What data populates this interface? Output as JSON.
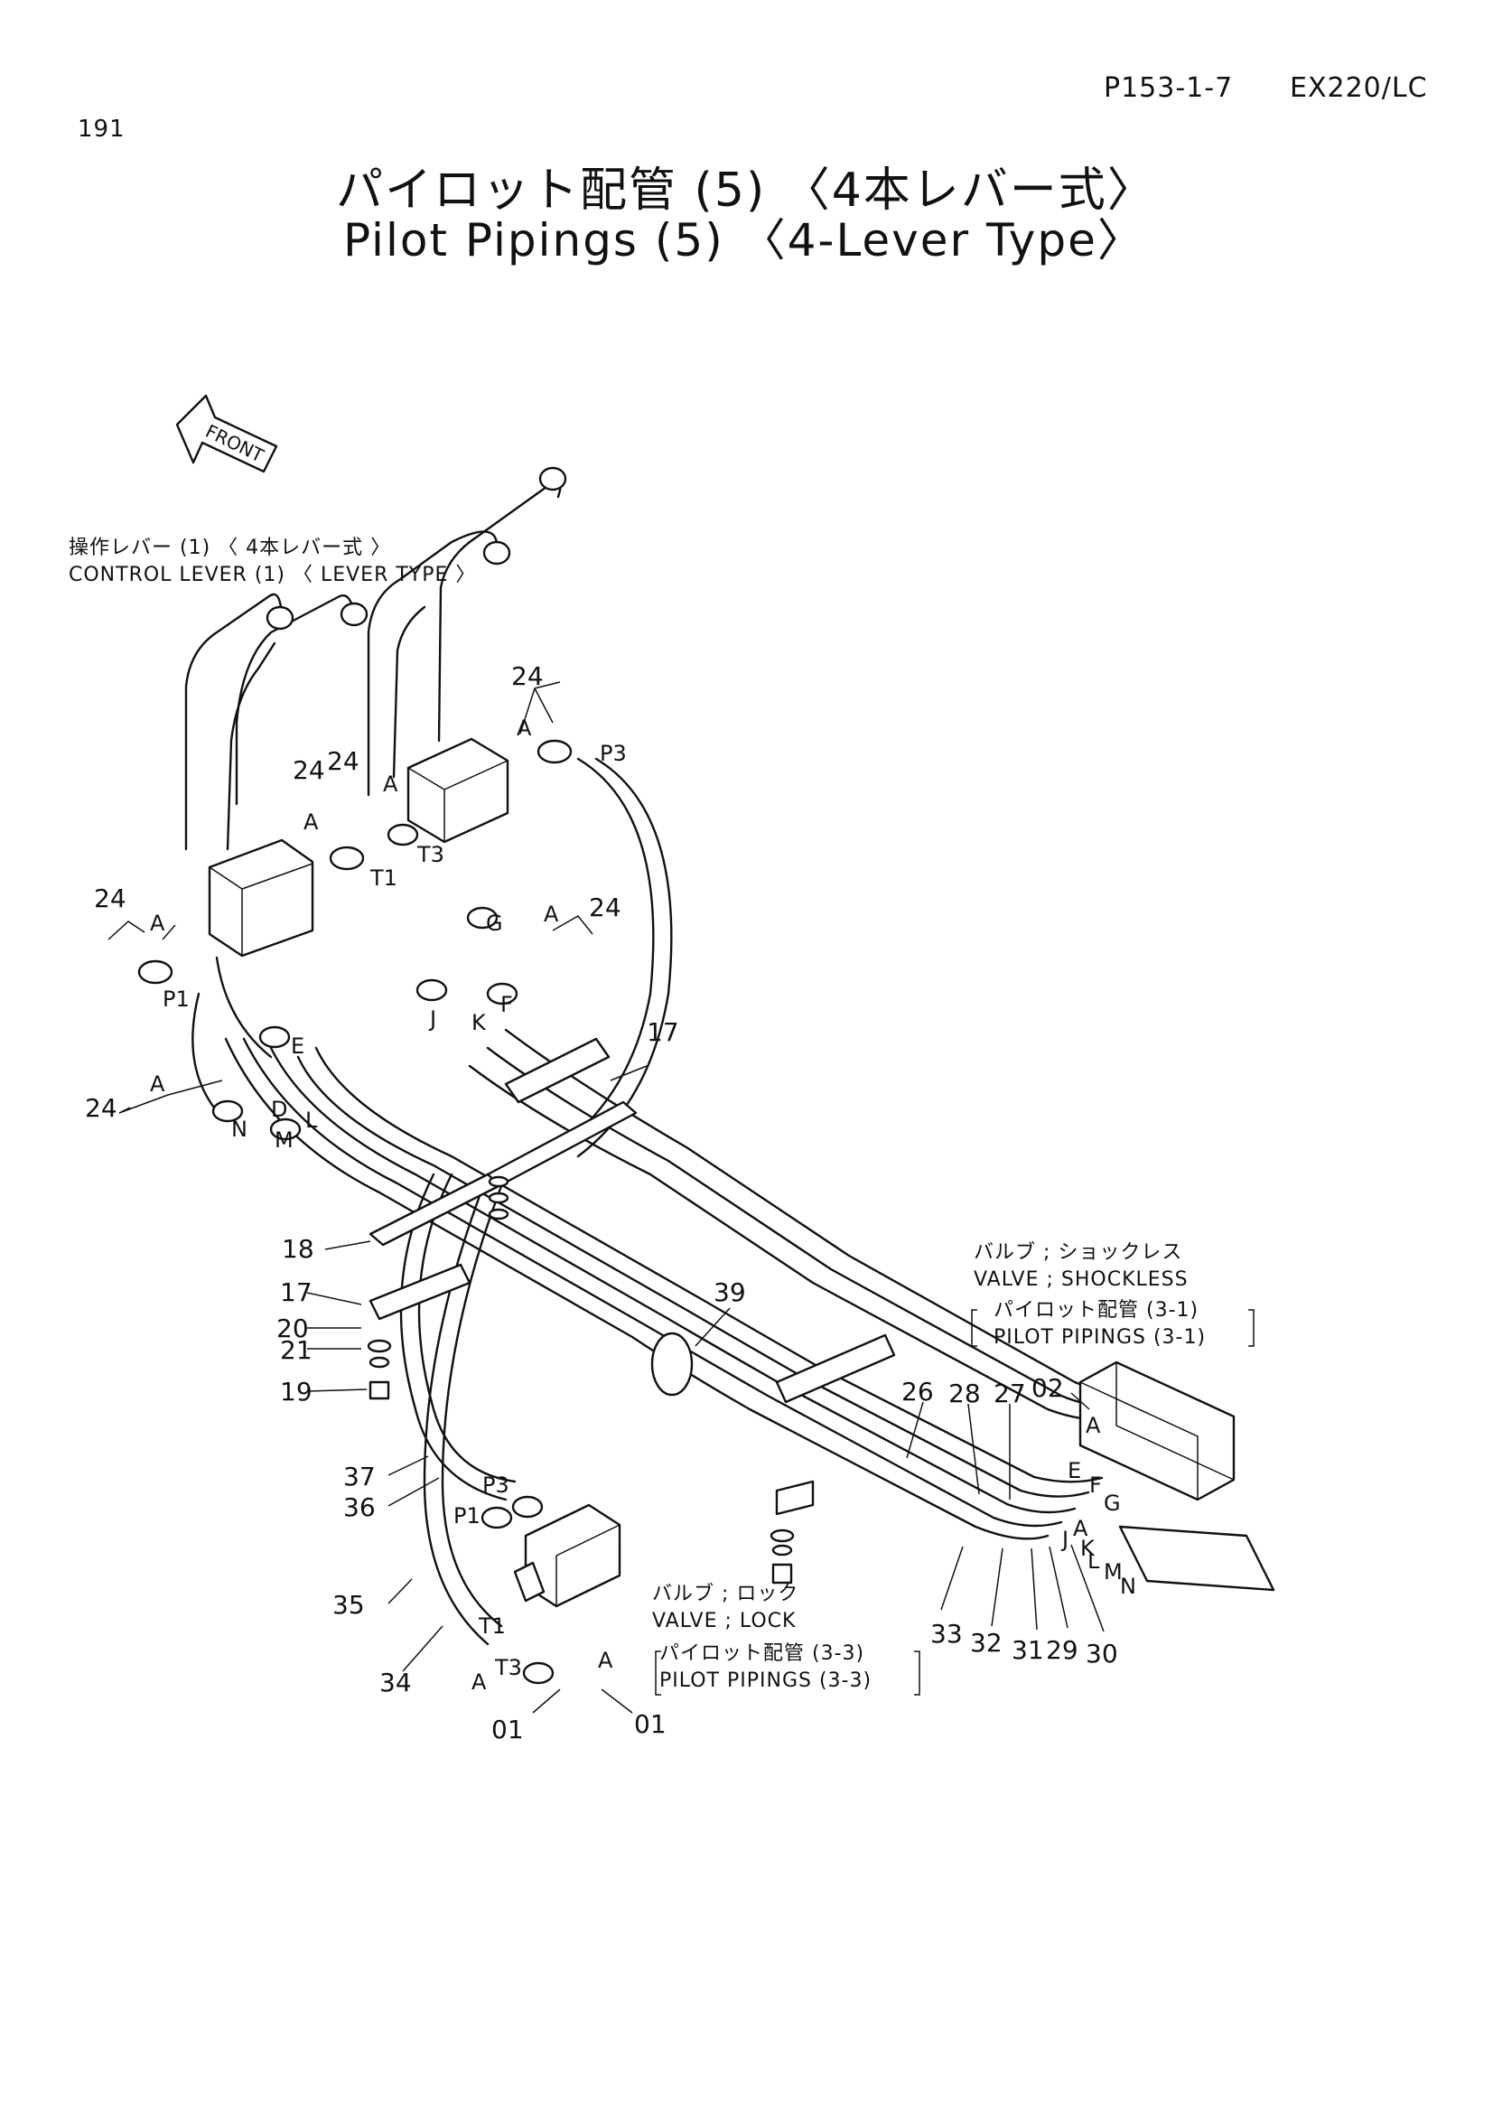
{
  "header": {
    "page_ref": "P153-1-7",
    "model": "EX220/LC",
    "page_number": "191"
  },
  "title": {
    "japanese": "パイロット配管 (5) 〈4本レバー式〉",
    "english": "Pilot Pipings (5) 〈4-Lever Type〉"
  },
  "front_label": "FRONT",
  "callouts": {
    "control_lever_jp": "操作レバー (1) 〈 4本レバー式 〉",
    "control_lever_en": "CONTROL LEVER (1) 〈 LEVER TYPE 〉",
    "valve_shockless_jp": "バルブ ; ショックレス",
    "valve_shockless_en": "VALVE ; SHOCKLESS",
    "pilot_pipings_31_jp": "パイロット配管 (3-1)",
    "pilot_pipings_31_en": "PILOT PIPINGS (3-1)",
    "valve_lock_jp": "バルブ ; ロック",
    "valve_lock_en": "VALVE ; LOCK",
    "pilot_pipings_33_jp": "パイロット配管 (3-3)",
    "pilot_pipings_33_en": "PILOT PIPINGS (3-3)"
  },
  "part_numbers": [
    "24",
    "24",
    "24",
    "24",
    "24",
    "24",
    "17",
    "18",
    "17",
    "20",
    "21",
    "19",
    "39",
    "26",
    "28",
    "27",
    "02",
    "37",
    "36",
    "35",
    "34",
    "01",
    "01",
    "33",
    "32",
    "31",
    "29",
    "30"
  ],
  "port_labels": [
    "A",
    "A",
    "A",
    "A",
    "A",
    "A",
    "A",
    "A",
    "A",
    "A",
    "P3",
    "P1",
    "T3",
    "T1",
    "G",
    "F",
    "J",
    "K",
    "E",
    "D",
    "L",
    "N",
    "M",
    "E",
    "F",
    "G",
    "J",
    "K",
    "L",
    "M",
    "N",
    "P3",
    "P1",
    "T1",
    "T3"
  ]
}
